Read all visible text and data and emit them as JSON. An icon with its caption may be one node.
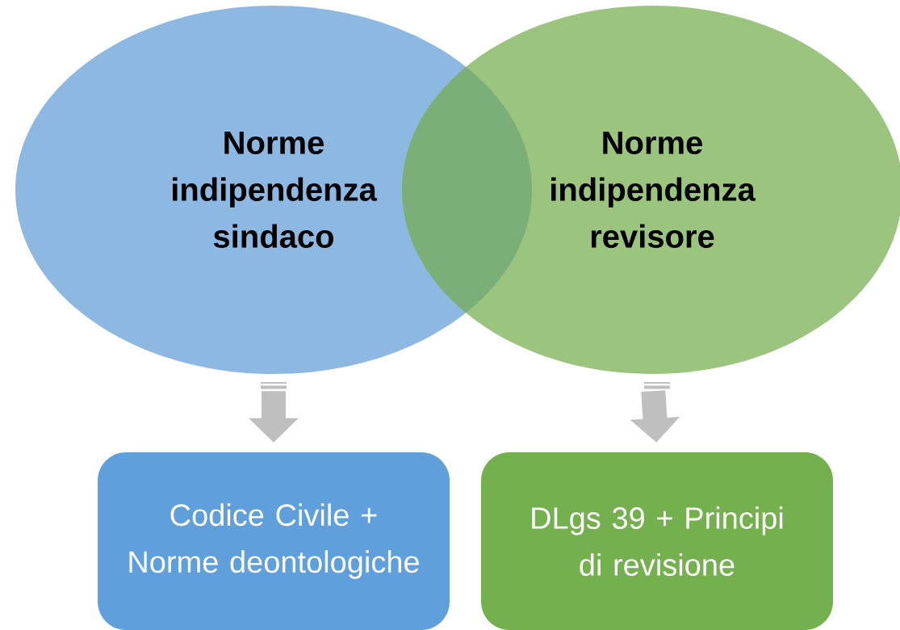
{
  "diagram": {
    "nodes": [
      {
        "text": [
          "Norme indipendenza sindaco"
        ]
      },
      {
        "text": [
          "Norme indipendenza revisore"
        ]
      },
      {
        "text": [
          "Codice Civile + Norme deontologiche"
        ]
      },
      {
        "text": [
          "DLgs 39 + Principi di revisione"
        ]
      }
    ],
    "edges": [
      {
        "from": 0,
        "to": 2,
        "arrow": "to"
      },
      {
        "from": 1,
        "to": 3,
        "arrow": "to"
      }
    ]
  }
}
